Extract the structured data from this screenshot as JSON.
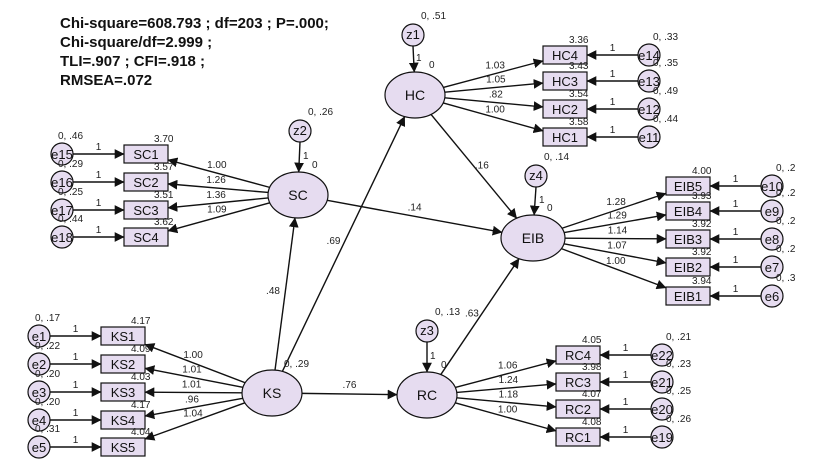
{
  "fit": {
    "line1": "Chi-square=608.793 ; df=203 ; P=.000;",
    "line2": "Chi-square/df=2.999 ;",
    "line3": "TLI=.907 ; CFI=.918 ;",
    "line4": "RMSEA=.072"
  },
  "colors": {
    "latent_fill": "#e6dcf0",
    "obs_fill": "#e6dcf0",
    "error_fill": "#e6dcf0",
    "stroke": "#111111"
  },
  "latents": [
    {
      "id": "HC",
      "label": "HC",
      "var": "0"
    },
    {
      "id": "SC",
      "label": "SC",
      "var": "0"
    },
    {
      "id": "EIB",
      "label": "EIB",
      "var": "0"
    },
    {
      "id": "KS",
      "label": "KS",
      "var": "0, .29"
    },
    {
      "id": "RC",
      "label": "RC",
      "var": "0"
    }
  ],
  "disturbances": [
    {
      "id": "z1",
      "label": "z1",
      "var": "0, .51",
      "path": "1"
    },
    {
      "id": "z2",
      "label": "z2",
      "var": "0, .26",
      "path": "1"
    },
    {
      "id": "z3",
      "label": "z3",
      "var": "0, .13",
      "path": "1"
    },
    {
      "id": "z4",
      "label": "z4",
      "var": "0, .14",
      "path": "1"
    }
  ],
  "indicators": [
    {
      "id": "HC4",
      "label": "HC4",
      "latent": "HC",
      "loading": "1.03",
      "intercept": "3.36",
      "err": "e14",
      "errvar": "0, .33",
      "errpath": "1"
    },
    {
      "id": "HC3",
      "label": "HC3",
      "latent": "HC",
      "loading": "1.05",
      "intercept": "3.43",
      "err": "e13",
      "errvar": "0, .35",
      "errpath": "1"
    },
    {
      "id": "HC2",
      "label": "HC2",
      "latent": "HC",
      "loading": ".82",
      "intercept": "3.54",
      "err": "e12",
      "errvar": "0, .49",
      "errpath": "1"
    },
    {
      "id": "HC1",
      "label": "HC1",
      "latent": "HC",
      "loading": "1.00",
      "intercept": "3.58",
      "err": "e11",
      "errvar": "0, .44",
      "errpath": "1"
    },
    {
      "id": "SC1",
      "label": "SC1",
      "latent": "SC",
      "loading": "1.00",
      "intercept": "3.70",
      "err": "e15",
      "errvar": "0, .46",
      "errpath": "1"
    },
    {
      "id": "SC2",
      "label": "SC2",
      "latent": "SC",
      "loading": "1.26",
      "intercept": "3.57",
      "err": "e16",
      "errvar": "0, .29",
      "errpath": "1"
    },
    {
      "id": "SC3",
      "label": "SC3",
      "latent": "SC",
      "loading": "1.36",
      "intercept": "3.51",
      "err": "e17",
      "errvar": "0, .25",
      "errpath": "1"
    },
    {
      "id": "SC4",
      "label": "SC4",
      "latent": "SC",
      "loading": "1.09",
      "intercept": "3.62",
      "err": "e18",
      "errvar": "0, .44",
      "errpath": "1"
    },
    {
      "id": "EIB5",
      "label": "EIB5",
      "latent": "EIB",
      "loading": "1.28",
      "intercept": "4.00",
      "err": "e10",
      "errvar": "0, .2",
      "errpath": "1"
    },
    {
      "id": "EIB4",
      "label": "EIB4",
      "latent": "EIB",
      "loading": "1.29",
      "intercept": "3.93",
      "err": "e9",
      "errvar": "0, .2",
      "errpath": "1"
    },
    {
      "id": "EIB3",
      "label": "EIB3",
      "latent": "EIB",
      "loading": "1.14",
      "intercept": "3.92",
      "err": "e8",
      "errvar": "0, .2",
      "errpath": "1"
    },
    {
      "id": "EIB2",
      "label": "EIB2",
      "latent": "EIB",
      "loading": "1.07",
      "intercept": "3.92",
      "err": "e7",
      "errvar": "0, .2",
      "errpath": "1"
    },
    {
      "id": "EIB1",
      "label": "EIB1",
      "latent": "EIB",
      "loading": "1.00",
      "intercept": "3.94",
      "err": "e6",
      "errvar": "0, .3",
      "errpath": "1"
    },
    {
      "id": "KS1",
      "label": "KS1",
      "latent": "KS",
      "loading": "1.00",
      "intercept": "4.17",
      "err": "e1",
      "errvar": "0, .17",
      "errpath": "1"
    },
    {
      "id": "KS2",
      "label": "KS2",
      "latent": "KS",
      "loading": "1.01",
      "intercept": "4.09",
      "err": "e2",
      "errvar": "0, .22",
      "errpath": "1"
    },
    {
      "id": "KS3",
      "label": "KS3",
      "latent": "KS",
      "loading": "1.01",
      "intercept": "4.03",
      "err": "e3",
      "errvar": "0, .20",
      "errpath": "1"
    },
    {
      "id": "KS4",
      "label": "KS4",
      "latent": "KS",
      "loading": ".96",
      "intercept": "4.17",
      "err": "e4",
      "errvar": "0, .20",
      "errpath": "1"
    },
    {
      "id": "KS5",
      "label": "KS5",
      "latent": "KS",
      "loading": "1.04",
      "intercept": "4.04",
      "err": "e5",
      "errvar": "0, .31",
      "errpath": "1"
    },
    {
      "id": "RC4",
      "label": "RC4",
      "latent": "RC",
      "loading": "1.06",
      "intercept": "4.05",
      "err": "e22",
      "errvar": "0, .21",
      "errpath": "1"
    },
    {
      "id": "RC3",
      "label": "RC3",
      "latent": "RC",
      "loading": "1.24",
      "intercept": "3.98",
      "err": "e21",
      "errvar": "0, .23",
      "errpath": "1"
    },
    {
      "id": "RC2",
      "label": "RC2",
      "latent": "RC",
      "loading": "1.18",
      "intercept": "4.07",
      "err": "e20",
      "errvar": "0, .25",
      "errpath": "1"
    },
    {
      "id": "RC1",
      "label": "RC1",
      "latent": "RC",
      "loading": "1.00",
      "intercept": "4.08",
      "err": "e19",
      "errvar": "0, .26",
      "errpath": "1"
    }
  ],
  "structural": [
    {
      "from": "KS",
      "to": "SC",
      "coef": ".48"
    },
    {
      "from": "KS",
      "to": "HC",
      "coef": ".69"
    },
    {
      "from": "KS",
      "to": "RC",
      "coef": ".76"
    },
    {
      "from": "HC",
      "to": "EIB",
      "coef": ".16"
    },
    {
      "from": "SC",
      "to": "EIB",
      "coef": ".14"
    },
    {
      "from": "RC",
      "to": "EIB",
      "coef": ".63"
    }
  ]
}
